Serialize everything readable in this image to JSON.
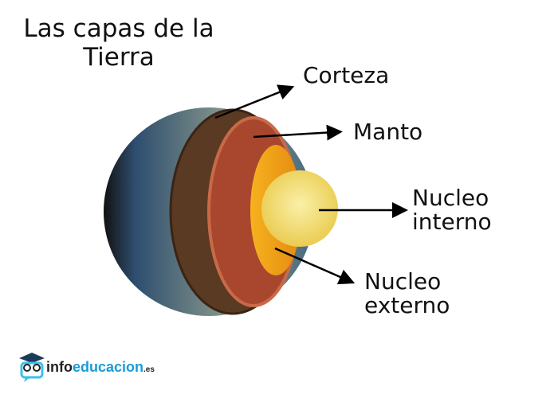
{
  "title": {
    "line1": "Las capas de la",
    "line2": "Tierra"
  },
  "labels": {
    "crust": "Corteza",
    "mantle": "Manto",
    "inner_core": [
      "Nucleo",
      "interno"
    ],
    "outer_core": [
      "Nucleo",
      "externo"
    ]
  },
  "logo": {
    "part1": "info",
    "part2": "educacion",
    "part3": ".es"
  },
  "colors": {
    "crust": "#5a3a22",
    "mantle": "#a8472e",
    "outer_core": "#f2a81c",
    "inner_core": "#f6e07a",
    "ocean": "#3d6a8a",
    "brand": "#1a9bd8"
  }
}
